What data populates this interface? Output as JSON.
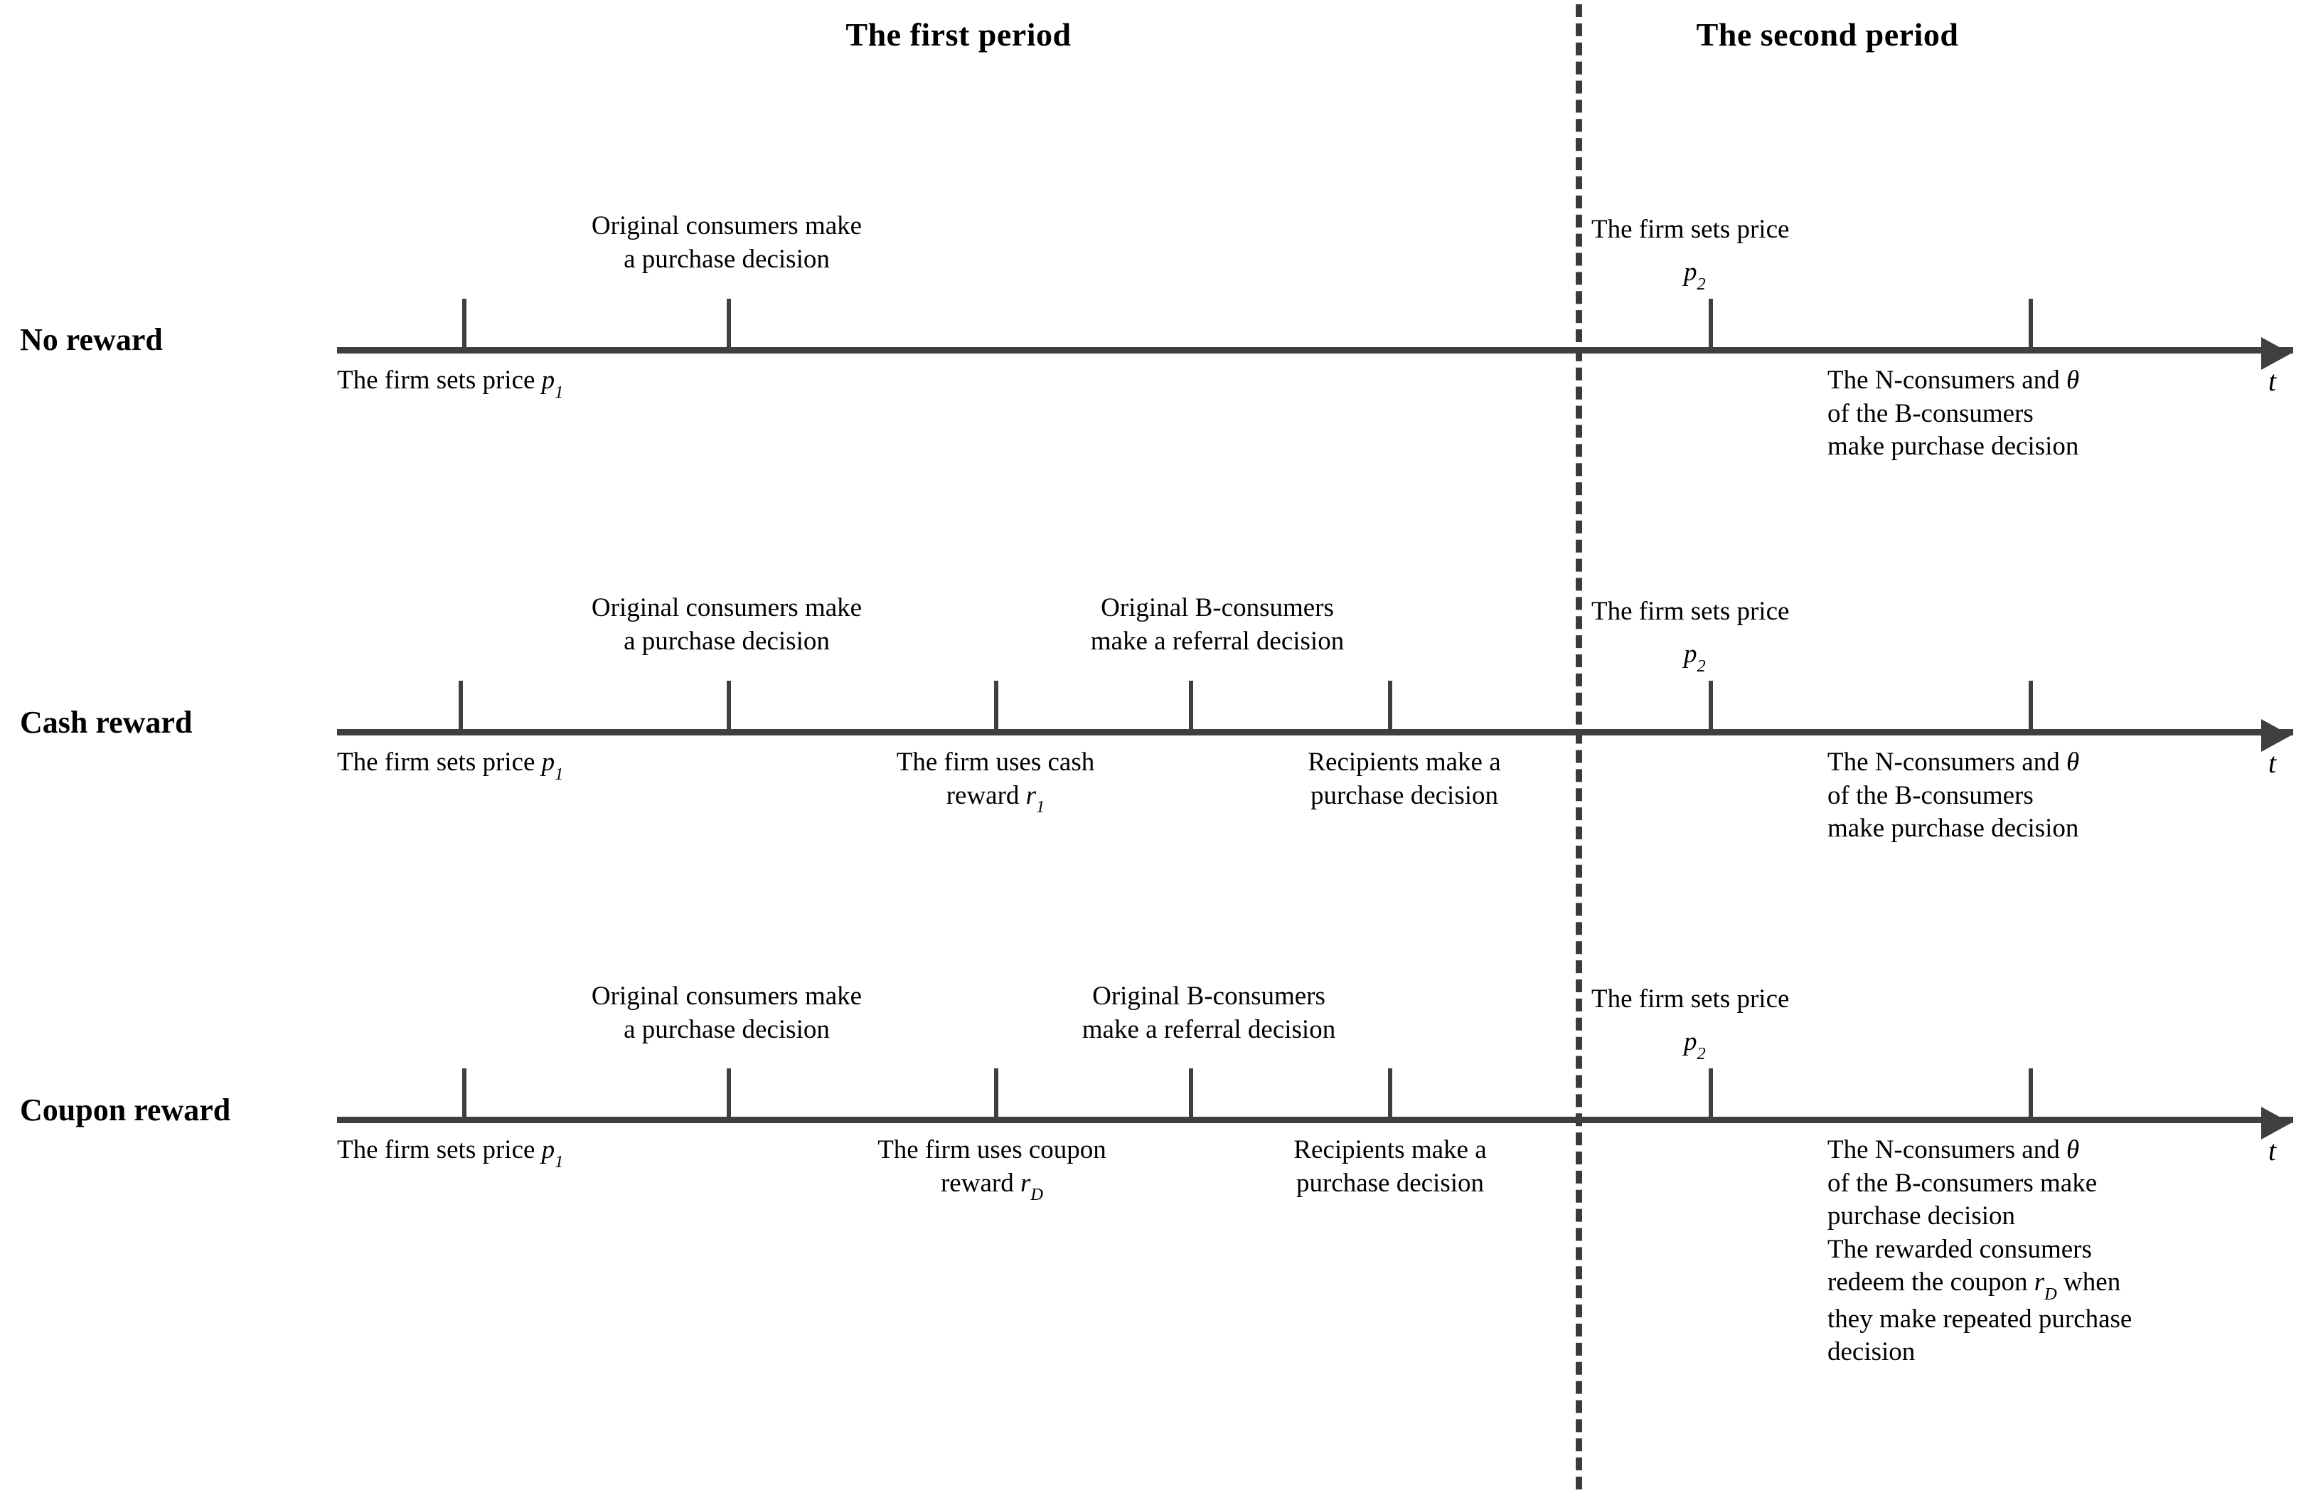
{
  "periods": {
    "first": "The first period",
    "second": "The second period"
  },
  "axis": {
    "variable": "t"
  },
  "rows": [
    {
      "label": "No reward",
      "captions": {
        "above_first": {
          "l1": "Original consumers make",
          "l2": "a purchase decision"
        },
        "below_start": {
          "text": "The firm sets price ",
          "var": "p",
          "sub": "1"
        },
        "second_price": {
          "l1": "The firm sets price",
          "var": "p",
          "sub": "2"
        },
        "second_block": {
          "l1_a": "The N-consumers and ",
          "l1_theta": "θ",
          "l2": "of  the B-consumers",
          "l3": "make purchase decision"
        }
      }
    },
    {
      "label": "Cash reward",
      "captions": {
        "above_first": {
          "l1": "Original consumers make",
          "l2": "a purchase decision"
        },
        "above_second": {
          "l1": "Original B-consumers",
          "l2": "make a referral decision"
        },
        "below_start": {
          "text": "The firm sets price ",
          "var": "p",
          "sub": "1"
        },
        "below_reward": {
          "l1": "The firm uses cash",
          "l2_a": "reward  ",
          "var": "r",
          "sub": "1"
        },
        "below_recipients": {
          "l1": "Recipients make a",
          "l2": "purchase decision"
        },
        "second_price": {
          "l1": "The firm sets price",
          "var": "p",
          "sub": "2"
        },
        "second_block": {
          "l1_a": "The N-consumers and ",
          "l1_theta": "θ",
          "l2": "of  the B-consumers",
          "l3": "make purchase decision"
        }
      }
    },
    {
      "label": "Coupon reward",
      "captions": {
        "above_first": {
          "l1": "Original consumers make",
          "l2": "a purchase decision"
        },
        "above_second": {
          "l1": "Original B-consumers",
          "l2": "make a referral decision"
        },
        "below_start": {
          "text": "The firm sets price ",
          "var": "p",
          "sub": "1"
        },
        "below_reward": {
          "l1": "The firm uses coupon",
          "l2_a": "reward  ",
          "var": "r",
          "sub": "D"
        },
        "below_recipients": {
          "l1": "Recipients make a",
          "l2": "purchase decision"
        },
        "second_price": {
          "l1": "The firm sets price",
          "var": "p",
          "sub": "2"
        },
        "second_block": {
          "l1_a": "The N-consumers and  ",
          "l1_theta": "θ",
          "l2": "of  the B-consumers make",
          "l3": "purchase decision",
          "l4": "The rewarded consumers",
          "l5_a": "redeem the coupon  ",
          "l5_var": "r",
          "l5_sub": "D",
          "l5_b": " when",
          "l6": "they make repeated purchase",
          "l7": "decision"
        }
      }
    }
  ],
  "colors": {
    "ink": "#000000",
    "axis": "#3f3f3f",
    "divider": "#3a3a3a",
    "background": "#ffffff"
  }
}
